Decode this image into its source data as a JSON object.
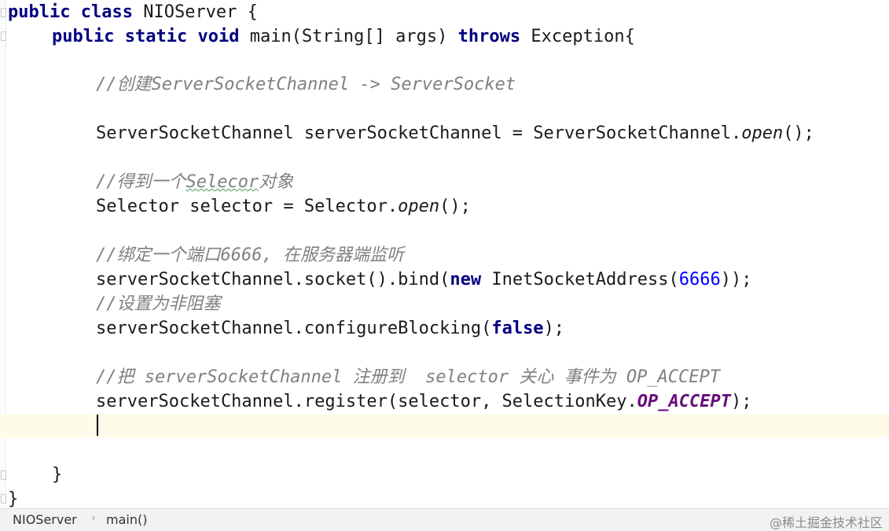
{
  "code": {
    "class_decl": {
      "kw1": "public",
      "kw2": "class",
      "name": "NIOServer {"
    },
    "main_decl": {
      "kw1": "public",
      "kw2": "static",
      "kw3": "void",
      "sig": "main(String[] args)",
      "kw4": "throws",
      "rest": "Exception{"
    },
    "comment1": "//创建ServerSocketChannel -> ServerSocket",
    "line_ssc": {
      "pre": "ServerSocketChannel serverSocketChannel = ServerSocketChannel.",
      "method": "open",
      "post": "();"
    },
    "comment2": {
      "pre": "//得到一个",
      "squiggle": "Selecor",
      "post": "对象"
    },
    "line_selector": {
      "pre": "Selector selector = Selector.",
      "method": "open",
      "post": "();"
    },
    "comment3": "//绑定一个端口6666, 在服务器端监听",
    "line_bind": {
      "pre": "serverSocketChannel.socket().bind(",
      "kw": "new",
      "mid": " InetSocketAddress(",
      "num": "6666",
      "post": "));"
    },
    "comment4": "//设置为非阻塞",
    "line_block": {
      "pre": "serverSocketChannel.configureBlocking(",
      "kw": "false",
      "post": ");"
    },
    "comment5": "//把 serverSocketChannel 注册到  selector 关心 事件为 OP_ACCEPT",
    "line_register": {
      "pre": "serverSocketChannel.register(selector, SelectionKey.",
      "const": "OP_ACCEPT",
      "post": ");"
    },
    "close_main": "}",
    "close_class": "}"
  },
  "statusbar": {
    "crumb1": "NIOServer",
    "sep": "›",
    "crumb2": "main()",
    "watermark": "@稀土掘金技术社区"
  }
}
